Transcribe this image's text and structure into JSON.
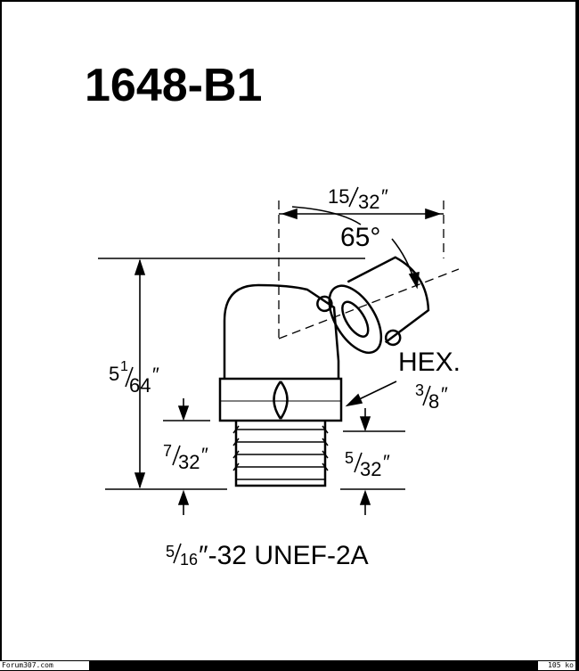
{
  "part_number": "1648-B1",
  "angle_label": "65°",
  "hex_label": "HEX.",
  "dimensions": {
    "top_width": {
      "num": "15",
      "den": "32",
      "unit": "″"
    },
    "overall_height": {
      "whole": "5",
      "num": "1",
      "den": "64",
      "unit": "″"
    },
    "hex_size": {
      "num": "3",
      "den": "8",
      "unit": "″"
    },
    "thread_length": {
      "num": "7",
      "den": "32",
      "unit": "″"
    },
    "thread_right": {
      "num": "5",
      "den": "32",
      "unit": "″"
    }
  },
  "thread_spec": {
    "num": "5",
    "den": "16",
    "rest": "″-32 UNEF-2A"
  },
  "footer": {
    "left": "Forum307.com",
    "right": "105 ko"
  }
}
